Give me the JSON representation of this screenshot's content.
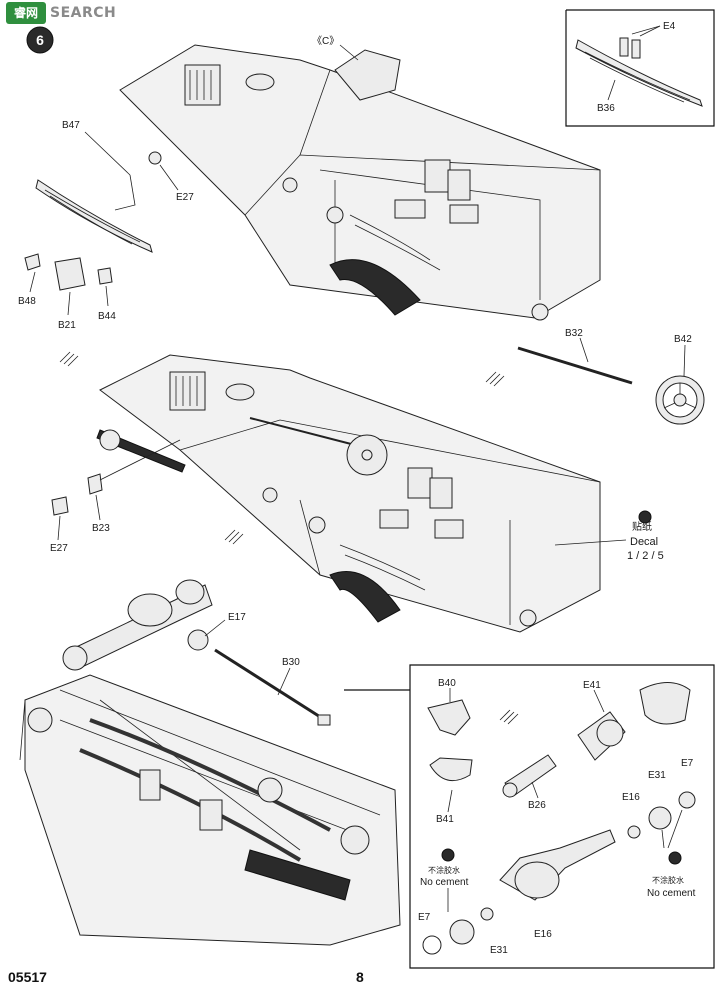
{
  "header": {
    "watermark_text": "SEARCH",
    "watermark_cn": "睿网",
    "step_number": "6"
  },
  "inset_top_right": {
    "labels": [
      "E4",
      "B36"
    ]
  },
  "step_a": {
    "sub_label": "《C》",
    "labels": [
      "B47",
      "E27",
      "B48",
      "B21",
      "B44"
    ]
  },
  "step_b": {
    "labels": [
      "B32",
      "B42",
      "E27",
      "B23"
    ],
    "decal": {
      "cn": "贴纸",
      "en": "Decal",
      "numbers": "1 / 2 / 5"
    }
  },
  "step_c": {
    "labels": [
      "E17",
      "B30"
    ]
  },
  "inset_bottom_right": {
    "labels": [
      "B40",
      "B41",
      "E41",
      "B26",
      "E16",
      "E31",
      "E7",
      "E7",
      "E31",
      "E16"
    ],
    "no_cement_cn": "不涂胶水",
    "no_cement_en": "No cement"
  },
  "footer": {
    "product_code": "05517",
    "page_number": "8"
  },
  "colors": {
    "ink": "#1a1a1a",
    "paper": "#ffffff",
    "logo_green": "#2f8f3e"
  }
}
